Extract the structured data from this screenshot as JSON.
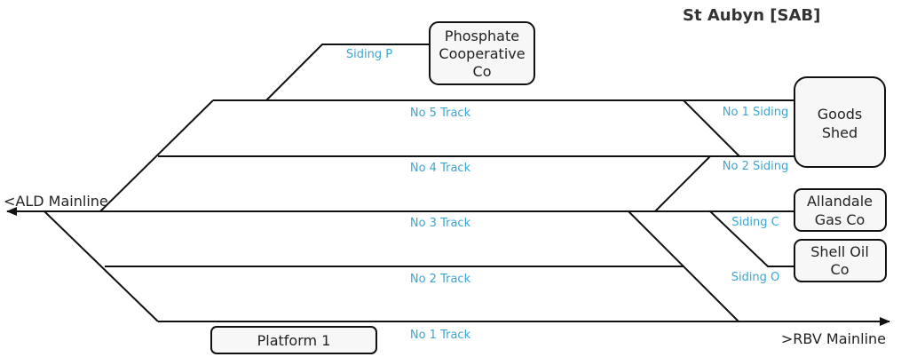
{
  "title": "St Aubyn [SAB]",
  "mainlines": {
    "left": "<ALD Mainline",
    "right": ">RBV Mainline"
  },
  "tracks": {
    "no5": "No 5 Track",
    "no4": "No 4 Track",
    "no3": "No 3 Track",
    "no2": "No 2 Track",
    "no1": "No 1 Track"
  },
  "sidings": {
    "p": "Siding P",
    "no1": "No 1 Siding",
    "no2": "No 2 Siding",
    "c": "Siding C",
    "o": "Siding O"
  },
  "industries": {
    "phosphate": [
      "Phosphate",
      "Cooperative",
      "Co"
    ],
    "goods_shed": [
      "Goods",
      "Shed"
    ],
    "allandale": [
      "Allandale",
      "Gas Co"
    ],
    "shell": [
      "Shell Oil",
      "Co"
    ]
  },
  "platform": "Platform 1",
  "colors": {
    "track": "#111111",
    "label": "#3aa6d6",
    "stop": "#999999"
  }
}
